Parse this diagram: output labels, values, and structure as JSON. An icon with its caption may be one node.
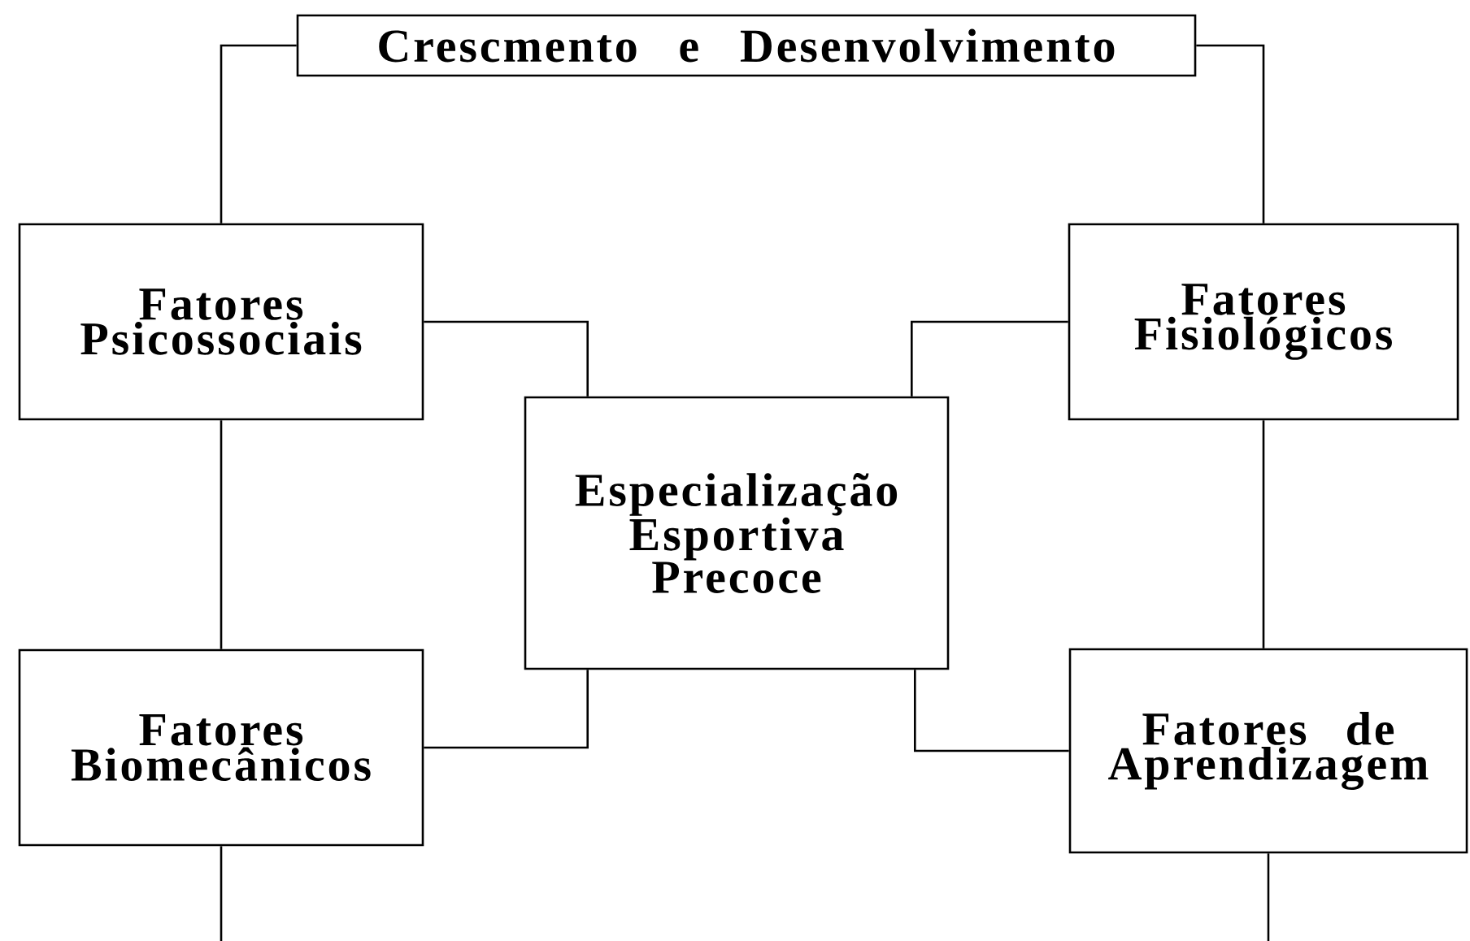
{
  "diagram": {
    "nodes": [
      {
        "text": [
          "Crescmento e Desenvolvimento"
        ]
      },
      {
        "text": [
          "Fatores Psicossociais"
        ]
      },
      {
        "text": [
          "Fatores Fisiológicos"
        ]
      },
      {
        "text": [
          "Especialização Esportiva Precoce"
        ]
      },
      {
        "text": [
          "Fatores Biomecânicos"
        ]
      },
      {
        "text": [
          "Fatores de Aprendizagem"
        ]
      }
    ],
    "edges": [
      {
        "from": 0,
        "to": 1,
        "arrow": "none"
      },
      {
        "from": 0,
        "to": 2,
        "arrow": "none"
      },
      {
        "from": 1,
        "to": 3,
        "arrow": "none"
      },
      {
        "from": 2,
        "to": 3,
        "arrow": "none"
      },
      {
        "from": 1,
        "to": 4,
        "arrow": "none"
      },
      {
        "from": 2,
        "to": 5,
        "arrow": "none"
      },
      {
        "from": 3,
        "to": 4,
        "arrow": "none"
      },
      {
        "from": 3,
        "to": 5,
        "arrow": "none"
      },
      {
        "from": 4,
        "to": null,
        "arrow": "none"
      },
      {
        "from": 5,
        "to": null,
        "arrow": "none"
      }
    ]
  }
}
